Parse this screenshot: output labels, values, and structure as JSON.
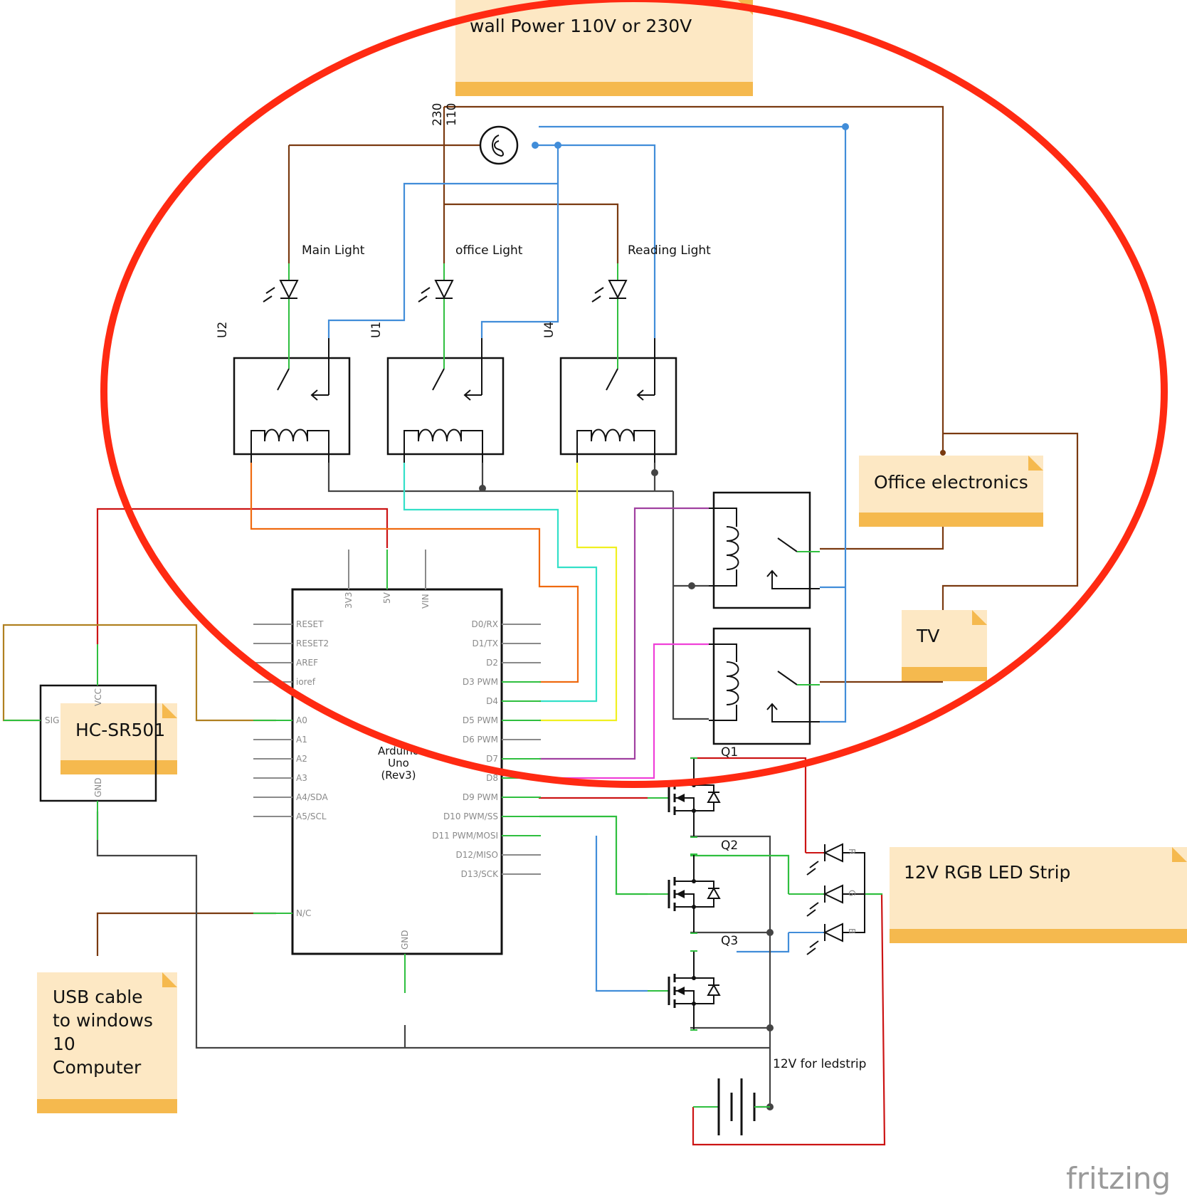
{
  "notes": {
    "wall_power": "wall Power 110V or 230V",
    "office_electronics": "Office electronics",
    "tv": "TV",
    "hc_sr501": "HC-SR501",
    "led_strip": "12V RGB LED Strip",
    "usb_cable": [
      "USB cable",
      "to windows",
      "10",
      "Computer"
    ]
  },
  "lamps": {
    "main": "Main Light",
    "office": "office Light",
    "reading": "Reading Light"
  },
  "refs": {
    "u2": "U2",
    "u1": "U1",
    "u4": "U4",
    "q1": "Q1",
    "q2": "Q2",
    "q3": "Q3"
  },
  "source": {
    "v230": "230",
    "v110": "110"
  },
  "arduino": {
    "name": [
      "Arduino",
      "Uno",
      "(Rev3)"
    ],
    "top_pins": [
      "3V3",
      "5V",
      "VIN"
    ],
    "bottom_pin": "GND",
    "left_pins": [
      "RESET",
      "RESET2",
      "AREF",
      "ioref",
      "A0",
      "A1",
      "A2",
      "A3",
      "A4/SDA",
      "A5/SCL",
      "N/C"
    ],
    "right_pins": [
      "D0/RX",
      "D1/TX",
      "D2",
      "D3 PWM",
      "D4",
      "D5 PWM",
      "D6 PWM",
      "D7",
      "D8",
      "D9 PWM",
      "D10 PWM/SS",
      "D11 PWM/MOSI",
      "D12/MISO",
      "D13/SCK"
    ]
  },
  "sensor": {
    "vcc": "VCC",
    "sig": "SIG",
    "gnd": "GND"
  },
  "rgb_pins": [
    "R",
    "G",
    "B"
  ],
  "battery_label": "12V for ledstrip",
  "brand": "fritzing",
  "colors": {
    "brown": "#7a3a10",
    "blue": "#418dd9",
    "red": "#cc1414",
    "orange": "#ef6a10",
    "cyan": "#33e0c8",
    "yellow": "#f0f020",
    "purple": "#a040a0",
    "magenta": "#ef40d8",
    "green": "#2fbf3f",
    "olive": "#b08020",
    "dark": "#444444",
    "ellipse": "#ff2a12",
    "note_fill": "#fde8c4",
    "note_band": "#f5b94e"
  }
}
